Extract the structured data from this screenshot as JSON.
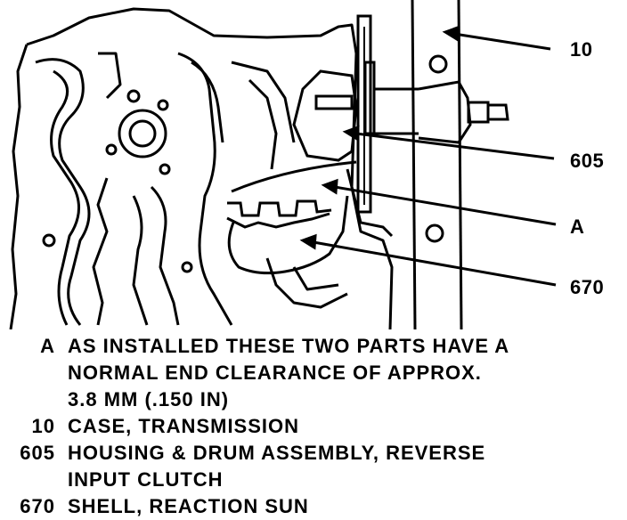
{
  "callouts": {
    "c10": "10",
    "c605": "605",
    "cA": "A",
    "c670": "670"
  },
  "legend": {
    "a_key": "A",
    "a_line1": "AS INSTALLED THESE TWO PARTS HAVE A",
    "a_line2": "NORMAL END CLEARANCE OF APPROX.",
    "a_line3": "3.8 MM (.150 IN)",
    "k10_key": "10",
    "k10_text": "CASE, TRANSMISSION",
    "k605_key": "605",
    "k605_line1": "HOUSING & DRUM ASSEMBLY, REVERSE",
    "k605_line2": "INPUT CLUTCH",
    "k670_key": "670",
    "k670_text": "SHELL, REACTION SUN"
  }
}
